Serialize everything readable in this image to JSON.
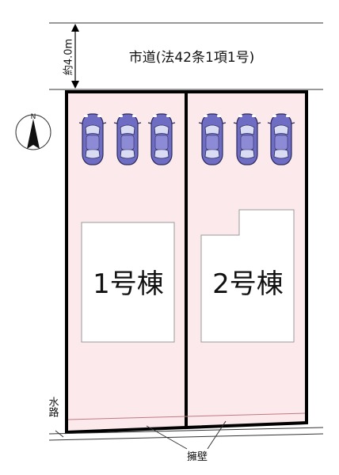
{
  "road": {
    "label": "市道(法42条1項1号)",
    "width_label": "約4.0m"
  },
  "north_mark": {
    "letter": "N",
    "icon": "north-arrow-icon"
  },
  "lots": [
    {
      "label": "1号棟",
      "cars": 3
    },
    {
      "label": "2号棟",
      "cars": 3
    }
  ],
  "side_label": "水路",
  "bottom_label": "擁壁",
  "colors": {
    "lot_fill": "#fbe9ec",
    "boundary": "#000000",
    "building_fill": "#ffffff",
    "building_stroke": "#999999",
    "car_body": "#6f6cc4",
    "car_glass": "#d9dcf2"
  }
}
